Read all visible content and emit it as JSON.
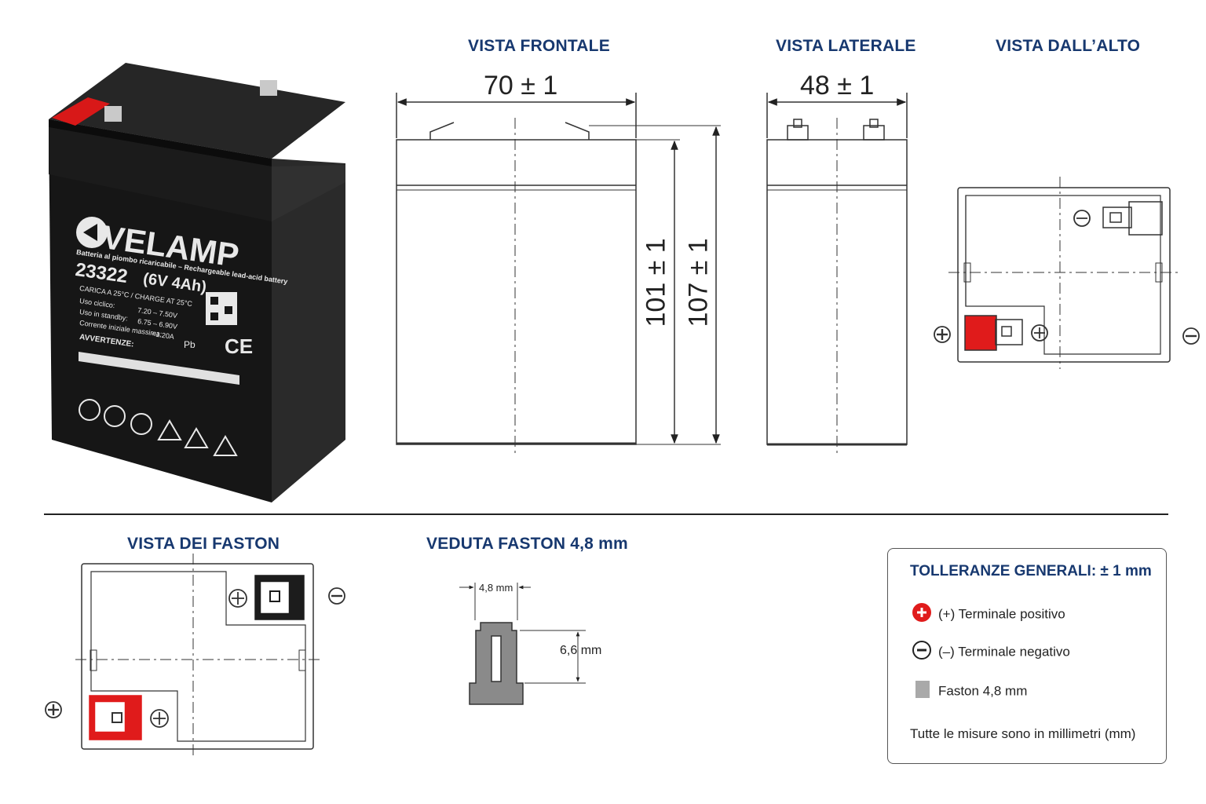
{
  "views": {
    "front_title": "VISTA FRONTALE",
    "side_title": "VISTA LATERALE",
    "top_title": "VISTA DALL’ALTO",
    "faston_title": "VISTA DEI FASTON",
    "faston_detail_title": "VEDUTA FASTON 4,8 mm"
  },
  "dimensions": {
    "width": "70 ± 1",
    "depth": "48 ± 1",
    "height_case": "101 ± 1",
    "height_total": "107 ± 1",
    "faston_width": "4,8 mm",
    "faston_height": "6,6 mm"
  },
  "product": {
    "brand": "VELAMP",
    "model": "23322",
    "rating": "(6V 4Ah)",
    "description": "Batteria al piombo ricaricabile – Rechargeable lead-acid battery",
    "charge_header": "CARICA A 25°C / CHARGE AT 25°C",
    "cyclic_label": "Uso ciclico:",
    "cyclic_value": "7.20 – 7.50V",
    "standby_label": "Uso in standby:",
    "standby_value": "6.75 – 6.90V",
    "current_label": "Corrente iniziale massima:",
    "current_value": "<1.20A",
    "warning_label": "AVVERTENZE:",
    "pb_label": "Pb",
    "ce_label": "CE"
  },
  "legend": {
    "title": "TOLLERANZE GENERALI: ± 1 mm",
    "positive": "(+)  Terminale positivo",
    "negative": "(–)  Terminale negativo",
    "faston": "Faston 4,8 mm",
    "note": "Tutte le misure sono in millimetri (mm)"
  },
  "colors": {
    "title_blue": "#17386f",
    "terminal_red": "#e01b1b",
    "battery_body": "#1c1c1c",
    "faston_gray": "#8a8a8a"
  }
}
